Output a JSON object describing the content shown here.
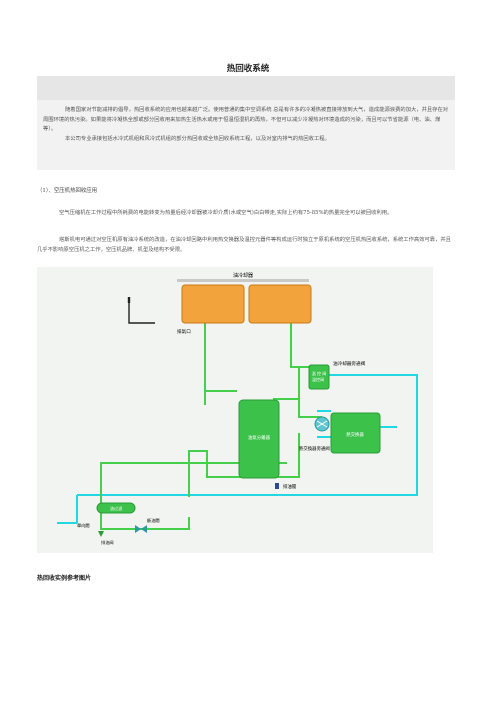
{
  "doc": {
    "title": "热回收系统",
    "intro": [
      "随着国家对节能减排的倡导，热回收系统的应用也越来越广泛。使用普通的集中空调系统 总是有许多的冷凝热被直接排放到大气，造成能源浪费的加大，并且存在对周围环境的热污染。如果能将冷凝热全部或部分回收用来加热生活热水或用于恒温恒湿机的再热，不但可以减少冷凝热对环境造成的污染，而且可以节省能源（电、油、煤等）。",
      "本公司专业承接包括水冷式机组和风冷式机组的部分热回收或全热回收系统工程，以及对室内排气的热回收工程。"
    ],
    "section_heading": "（1）、空压机热回收应用",
    "paragraphs": [
      "空气压缩机在工作过程中所耗费的电能转变为热量后经冷却器被冷却介质(水或空气)白白带走,实际上约有75-85%的热量完全可以被回收利用。",
      "塔斯机电可通过对空压机原有油冷系统的改造，在油冷却回路中利用热交换器及温控元器件等构成运行时独立于原机系统的空压机热回收系统，系统工作高效可靠，并且几乎不影响原空压机之工作，空压机品牌、机型及结构不受限。"
    ],
    "caption": "热回收实例参考图片"
  },
  "diagram": {
    "labels": {
      "oil_cooler": "油冷却器",
      "exhaust": "排氣口",
      "oil_bypass": "油冷却器旁通阀",
      "temp_valve": "温控阀",
      "thermo_valve": "温 控 阀",
      "separator": "油氣分離器",
      "heat_exchanger": "熱交换器",
      "hx_bypass": "熱交換器旁通阀",
      "oil_drain": "排油閥",
      "filter": "油过滤",
      "check_valve": "單向閥",
      "oil_drain_valve": "排油阀",
      "drain_valve": "斷油閥"
    }
  }
}
